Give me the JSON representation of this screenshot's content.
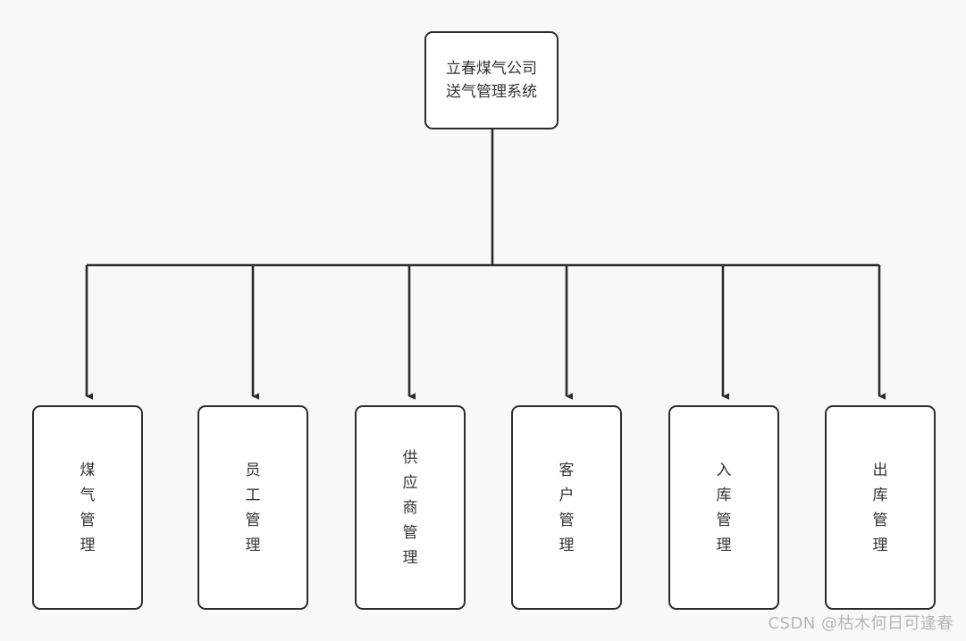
{
  "diagram": {
    "type": "tree-flowchart",
    "background_color": "#f8f8f8",
    "node_fill": "#ffffff",
    "node_stroke": "#2b2b2b",
    "text_color": "#333333",
    "root": {
      "label": "立春煤气公司\n送气管理系统",
      "line1": "立春煤气公司",
      "line2": "送气管理系统"
    },
    "children": [
      {
        "label": "煤气管理"
      },
      {
        "label": "员工管理"
      },
      {
        "label": "供应商管理"
      },
      {
        "label": "客户管理"
      },
      {
        "label": "入库管理"
      },
      {
        "label": "出库管理"
      }
    ]
  },
  "watermark": {
    "text": "CSDN @枯木何日可逢春",
    "color": "#b6b6b6"
  }
}
